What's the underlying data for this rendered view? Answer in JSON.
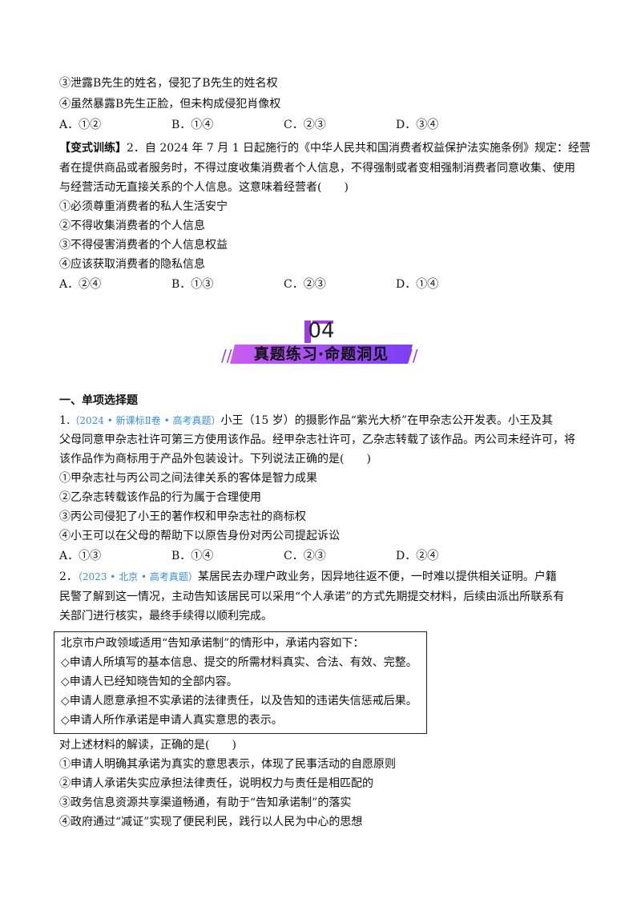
{
  "prev_question": {
    "items": [
      "③泄露B先生的姓名，侵犯了B先生的姓名权",
      "④虽然暴露B先生正脸，但未构成侵犯肖像权"
    ],
    "options": [
      "A．①②",
      "B．①④",
      "C．②③",
      "D．③④"
    ]
  },
  "variant": {
    "label": "【变式训练】",
    "stem": [
      "2．自 2024 年 7 月 1 日起施行的《中华人民共和国消费者权益保护法实施条例》规定：经营",
      "者在提供商品或者服务时，不得过度收集消费者个人信息，不得强制或者变相强制消费者同意收集、使用",
      "与经营活动无直接关系的个人信息。这意味着经营者(　　)"
    ],
    "items": [
      "①必须尊重消费者的私人生活安宁",
      "②不得收集消费者的个人信息",
      "③不得侵害消费者的个人信息权益",
      "④应该获取消费者的隐私信息"
    ],
    "options": [
      "A．②④",
      "B．①③",
      "C．②③",
      "D．①④"
    ]
  },
  "section": {
    "number": "04",
    "title": "真题练习·命题洞见"
  },
  "part_heading": "一、单项选择题",
  "q1": {
    "num": "1.",
    "source": "（2024 • 新课标Ⅱ卷 • 高考真题）",
    "stem_first": "小王（15 岁）的摄影作品“紫光大桥”在甲杂志公开发表。小王及其",
    "stem": [
      "父母同意甲杂志社许可第三方使用该作品。经甲杂志社许可，乙杂志转载了该作品。丙公司未经许可，将",
      "该作品作为商标用于产品外包装设计。下列说法正确的是(　　)"
    ],
    "items": [
      "①甲杂志社与丙公司之间法律关系的客体是智力成果",
      "②乙杂志转载该作品的行为属于合理使用",
      "③丙公司侵犯了小王的著作权和甲杂志社的商标权",
      "④小王可以在父母的帮助下以原告身份对丙公司提起诉讼"
    ],
    "options": [
      "A．①③",
      "B．①④",
      "C．②③",
      "D．②④"
    ]
  },
  "q2": {
    "num": "2．",
    "source": "（2023 • 北京 • 高考真题）",
    "stem_first": "某居民去办理户政业务，因异地往返不便，一时难以提供相关证明。户籍",
    "stem": [
      "民警了解到这一情况，主动告知该居民可以采用“个人承诺”的方式先期提交材料，后续由派出所联系有",
      "关部门进行核实，最终手续得以顺利完成。"
    ],
    "box": [
      "北京市户政领域适用“告知承诺制”的情形中，承诺内容如下：",
      "◇申请人所填写的基本信息、提交的所需材料真实、合法、有效、完整。",
      "◇申请人已经知晓告知的全部内容。",
      "◇申请人愿意承担不实承诺的法律责任，以及告知的违诺失信惩戒后果。",
      "◇申请人所作承诺是申请人真实意思的表示。"
    ],
    "question": "对上述材料的解读，正确的是(　　)",
    "items": [
      "①申请人明确其承诺为真实的意思表示，体现了民事活动的自愿原则",
      "②申请人承诺失实应承担法律责任，说明权力与责任是相匹配的",
      "③政务信息资源共享渠道畅通，有助于“告知承诺制”的落实",
      "④政府通过“减证”实现了便民利民，践行以人民为中心的思想"
    ]
  }
}
